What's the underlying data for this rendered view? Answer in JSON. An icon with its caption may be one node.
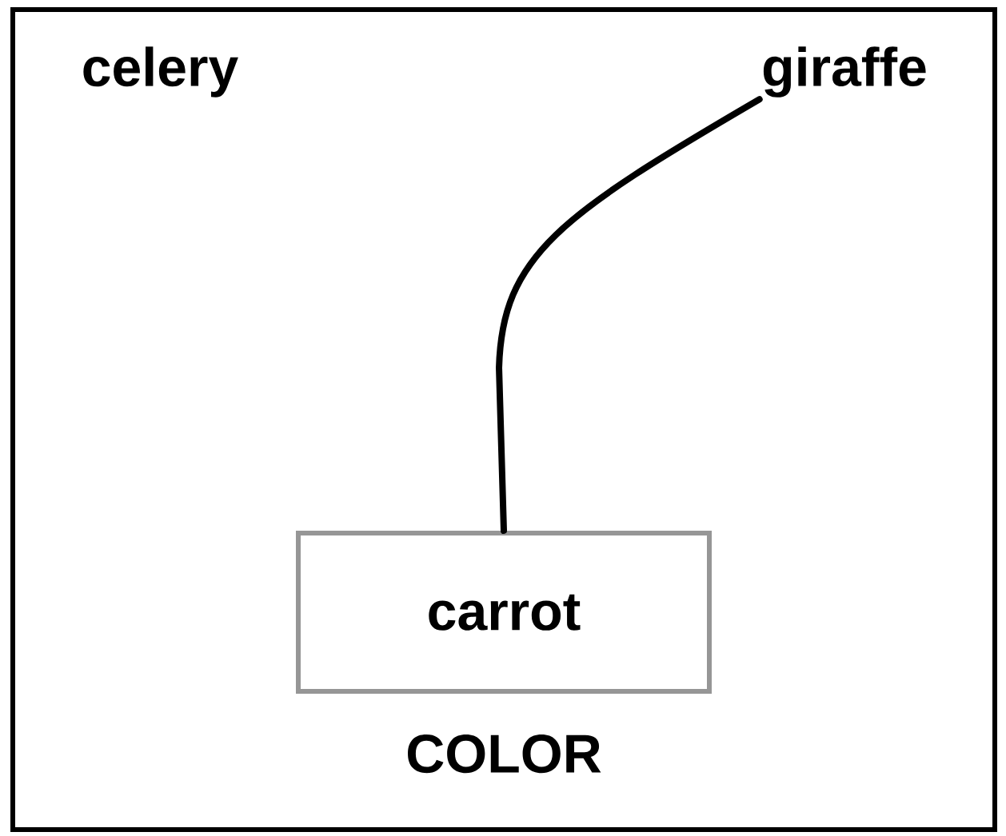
{
  "diagram": {
    "nodes": [
      {
        "text": [
          "giraffe"
        ]
      },
      {
        "text": [
          "carrot"
        ],
        "beside": [
          "COLOR"
        ]
      }
    ],
    "edges": [
      {
        "from": 0,
        "to": 1,
        "arrow": "none"
      }
    ],
    "labels": [
      "celery"
    ]
  }
}
